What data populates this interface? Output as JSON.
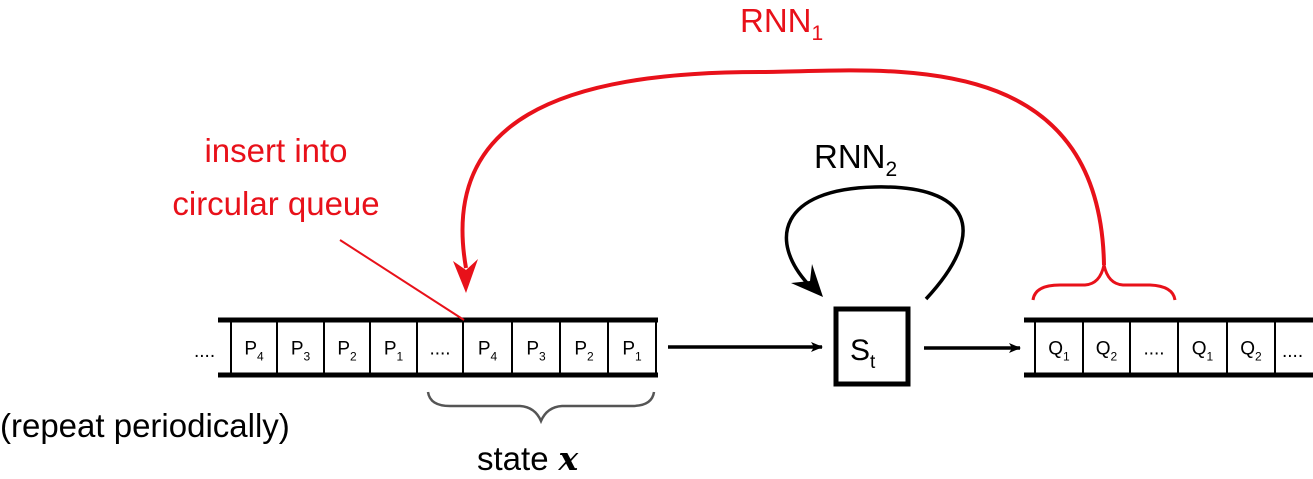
{
  "colors": {
    "accent": "#e8111a",
    "ink": "#000000",
    "brace": "#555555"
  },
  "labels": {
    "rnn1_main": "RNN",
    "rnn1_sub": "1",
    "rnn2_main": "RNN",
    "rnn2_sub": "2",
    "insert_line1": "insert into",
    "insert_line2": "circular queue",
    "repeat": "(repeat periodically)",
    "state_prefix": "state",
    "state_var": "x",
    "st_main": "S",
    "st_sub": "t"
  },
  "left_queue": {
    "leading": "....",
    "cells": [
      {
        "main": "P",
        "sub": "4"
      },
      {
        "main": "P",
        "sub": "3"
      },
      {
        "main": "P",
        "sub": "2"
      },
      {
        "main": "P",
        "sub": "1"
      },
      {
        "main": "....",
        "sub": ""
      },
      {
        "main": "P",
        "sub": "4"
      },
      {
        "main": "P",
        "sub": "3"
      },
      {
        "main": "P",
        "sub": "2"
      },
      {
        "main": "P",
        "sub": "1"
      }
    ]
  },
  "right_queue": {
    "cells": [
      {
        "main": "Q",
        "sub": "1"
      },
      {
        "main": "Q",
        "sub": "2"
      },
      {
        "main": "....",
        "sub": ""
      },
      {
        "main": "Q",
        "sub": "1"
      },
      {
        "main": "Q",
        "sub": "2"
      }
    ],
    "trailing": "...."
  }
}
